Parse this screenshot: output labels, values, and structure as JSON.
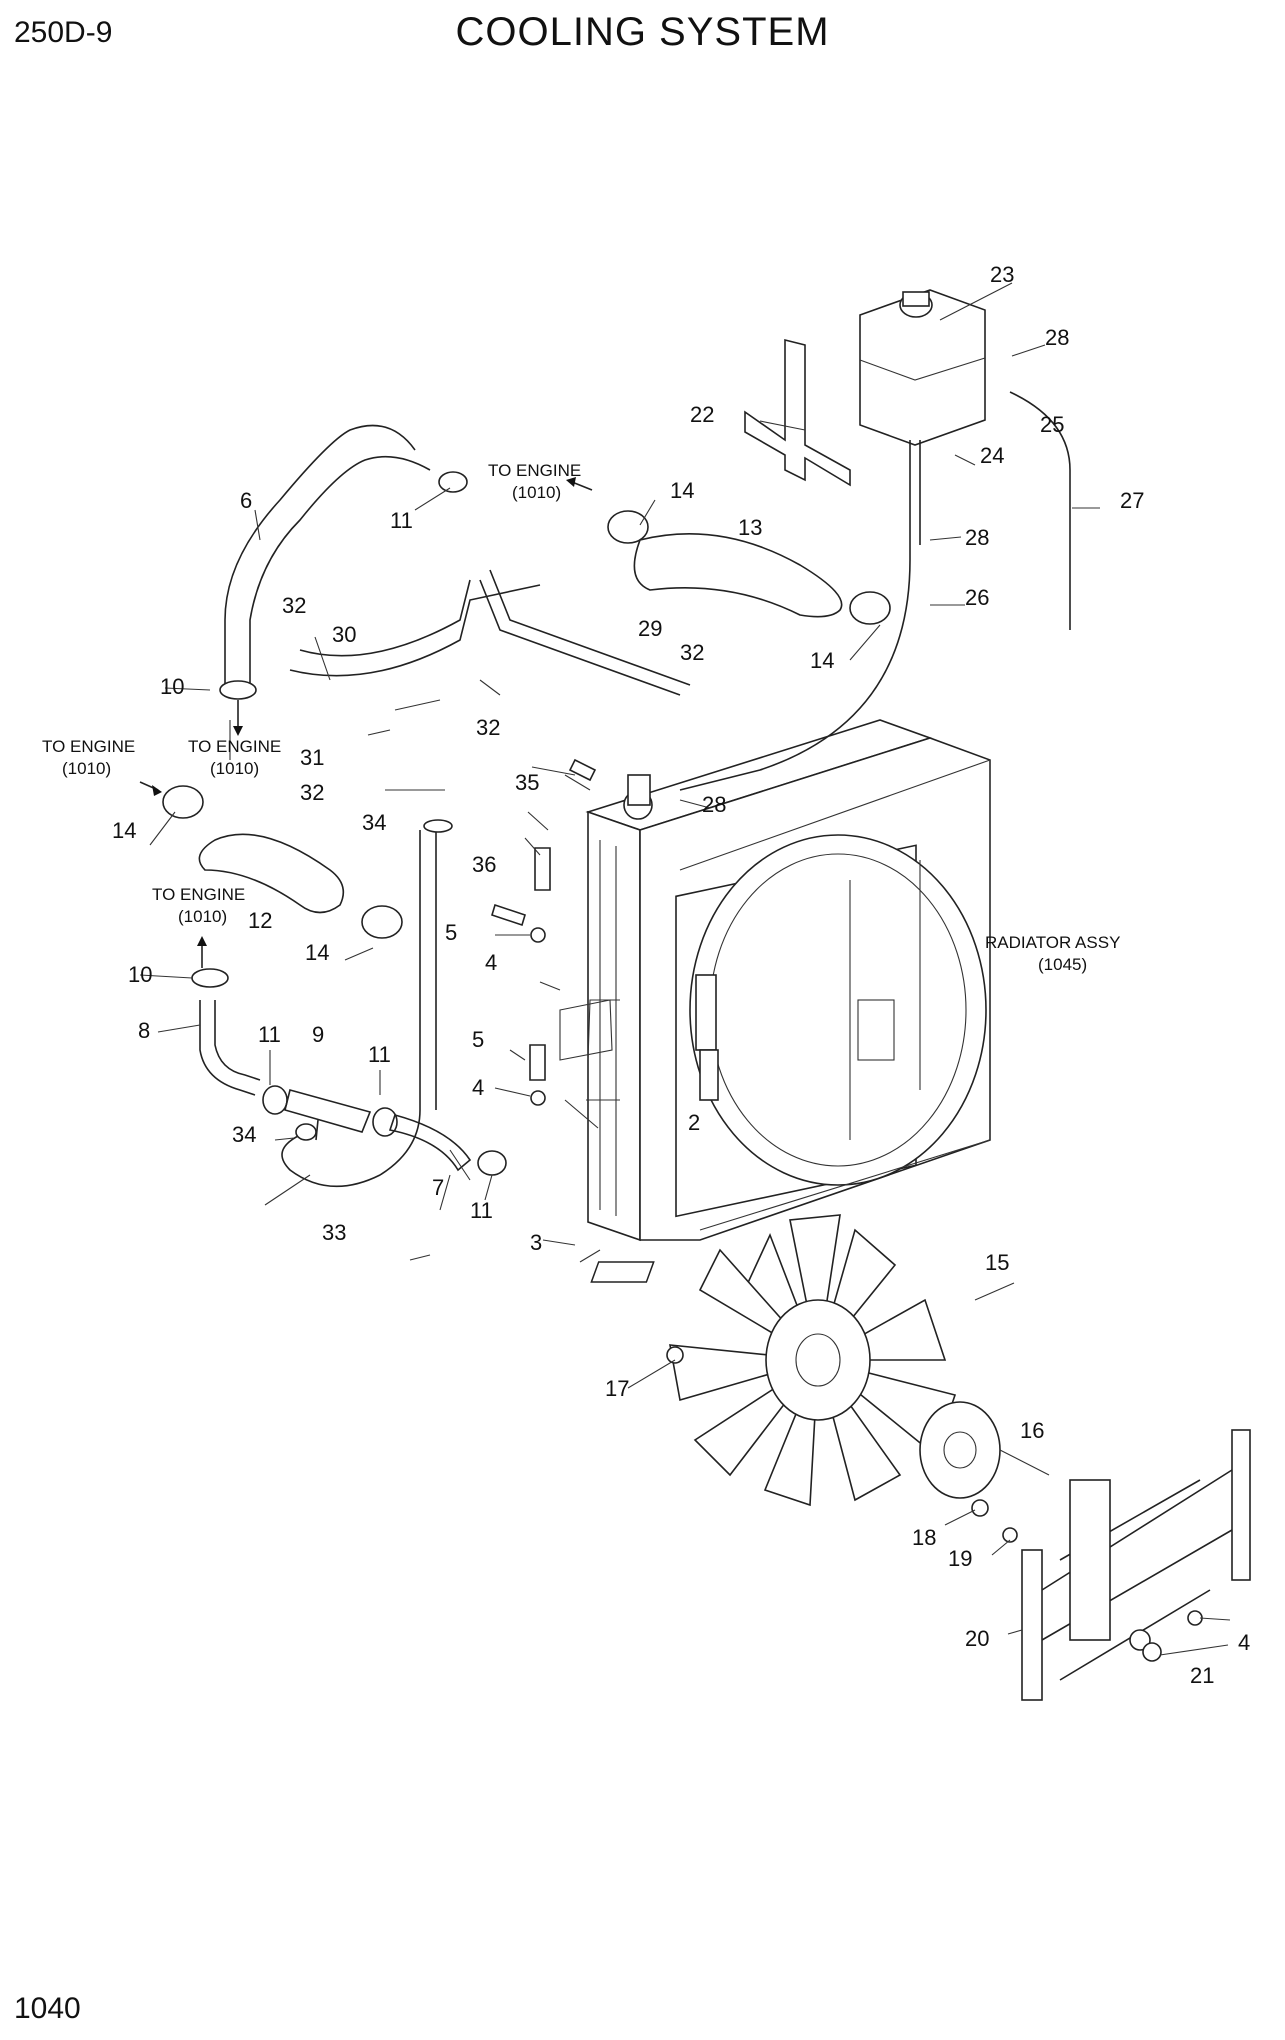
{
  "header": {
    "model": "250D-9",
    "title": "COOLING SYSTEM"
  },
  "footer": {
    "page": "1040"
  },
  "notes": {
    "to_engine": "TO ENGINE",
    "engine_ref": "(1010)",
    "radiator_assy": "RADIATOR ASSY",
    "radiator_ref": "(1045)"
  },
  "callouts": {
    "c2": "2",
    "c3": "3",
    "c4a": "4",
    "c4b": "4",
    "c4c": "4",
    "c5a": "5",
    "c5b": "5",
    "c6": "6",
    "c7": "7",
    "c8": "8",
    "c9": "9",
    "c10a": "10",
    "c10b": "10",
    "c11a": "11",
    "c11b": "11",
    "c11c": "11",
    "c11d": "11",
    "c12": "12",
    "c13": "13",
    "c14a": "14",
    "c14b": "14",
    "c14c": "14",
    "c14d": "14",
    "c15": "15",
    "c16": "16",
    "c17": "17",
    "c18": "18",
    "c19": "19",
    "c20": "20",
    "c21": "21",
    "c22": "22",
    "c23": "23",
    "c24": "24",
    "c25": "25",
    "c26": "26",
    "c27": "27",
    "c28a": "28",
    "c28b": "28",
    "c28c": "28",
    "c29": "29",
    "c30": "30",
    "c31": "31",
    "c32a": "32",
    "c32b": "32",
    "c32c": "32",
    "c32d": "32",
    "c33": "33",
    "c34a": "34",
    "c34b": "34",
    "c35": "35",
    "c36": "36"
  }
}
